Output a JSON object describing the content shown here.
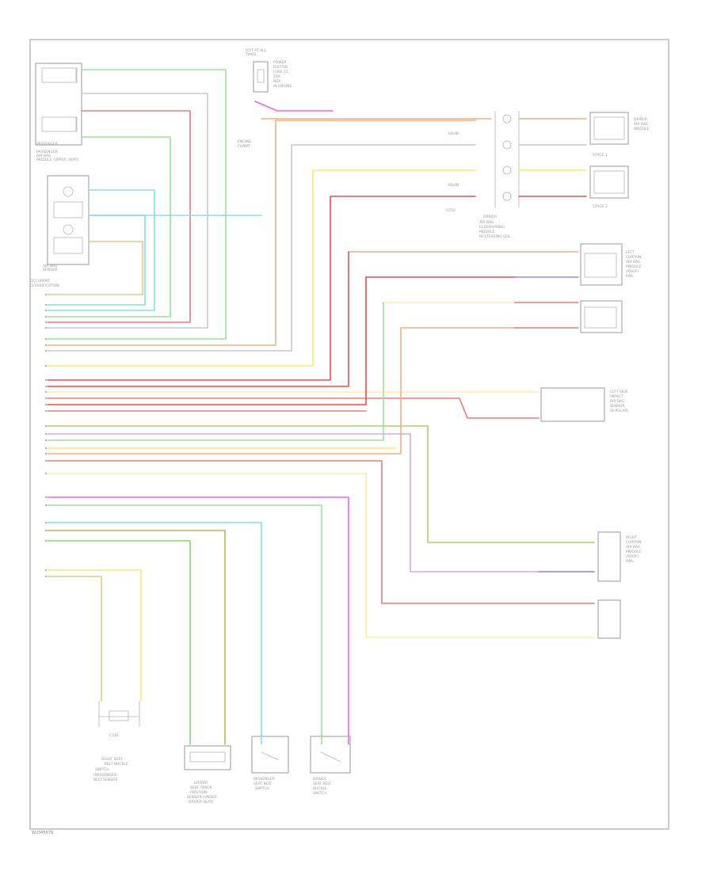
{
  "diagram": {
    "footer_code": "W2345678"
  },
  "colors": {
    "lt_green": "#96e696",
    "gray": "#c8c8c8",
    "pink": "#f07878",
    "red": "#f04a4a",
    "lt_blue": "#7fe0ea",
    "yellow": "#f2ee6a",
    "lt_yellow": "#f6f2a0",
    "tan": "#e6c982",
    "orange": "#f4b07a",
    "green": "#86d96a",
    "dk_green": "#a8d460",
    "magenta": "#f064ec",
    "violet": "#d8a6ee",
    "blue_violet": "#8a8ef0",
    "olive": "#c8b44a",
    "frame": "#b0b0b0"
  },
  "icons": [
    "ground-symbol",
    "connector-pin",
    "resistor-symbol",
    "switch-symbol"
  ]
}
